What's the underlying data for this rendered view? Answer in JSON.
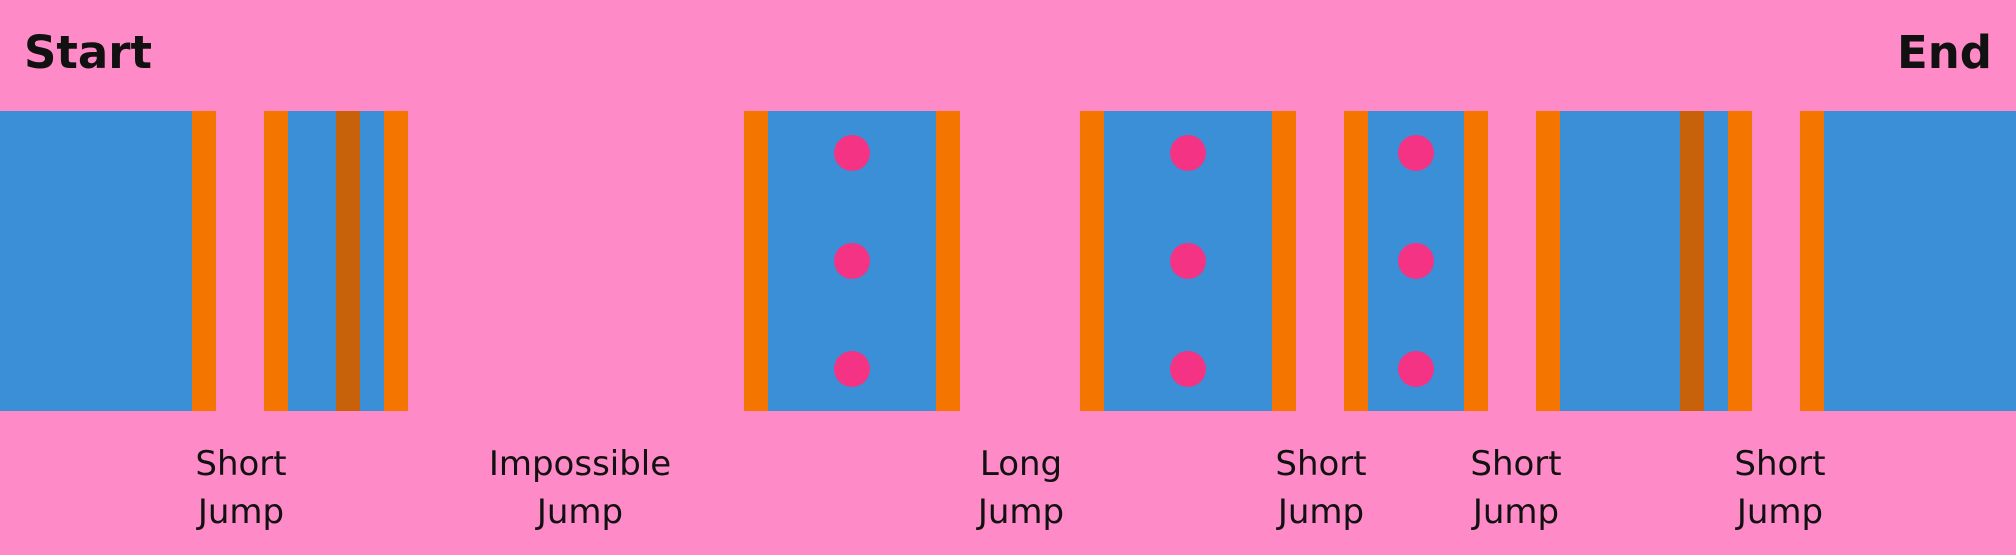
{
  "labels": {
    "start": "Start",
    "end": "End"
  },
  "colors": {
    "background": "#FF8AC8",
    "platform": "#3A8FD6",
    "edge": "#F47500",
    "divider": "#C8620A",
    "dot": "#F43385"
  },
  "jumps": [
    {
      "line1": "Short",
      "line2": "Jump"
    },
    {
      "line1": "Impossible",
      "line2": "Jump"
    },
    {
      "line1": "Long",
      "line2": "Jump"
    },
    {
      "line1": "Short",
      "line2": "Jump"
    },
    {
      "line1": "Short",
      "line2": "Jump"
    },
    {
      "line1": "Short",
      "line2": "Jump"
    }
  ]
}
